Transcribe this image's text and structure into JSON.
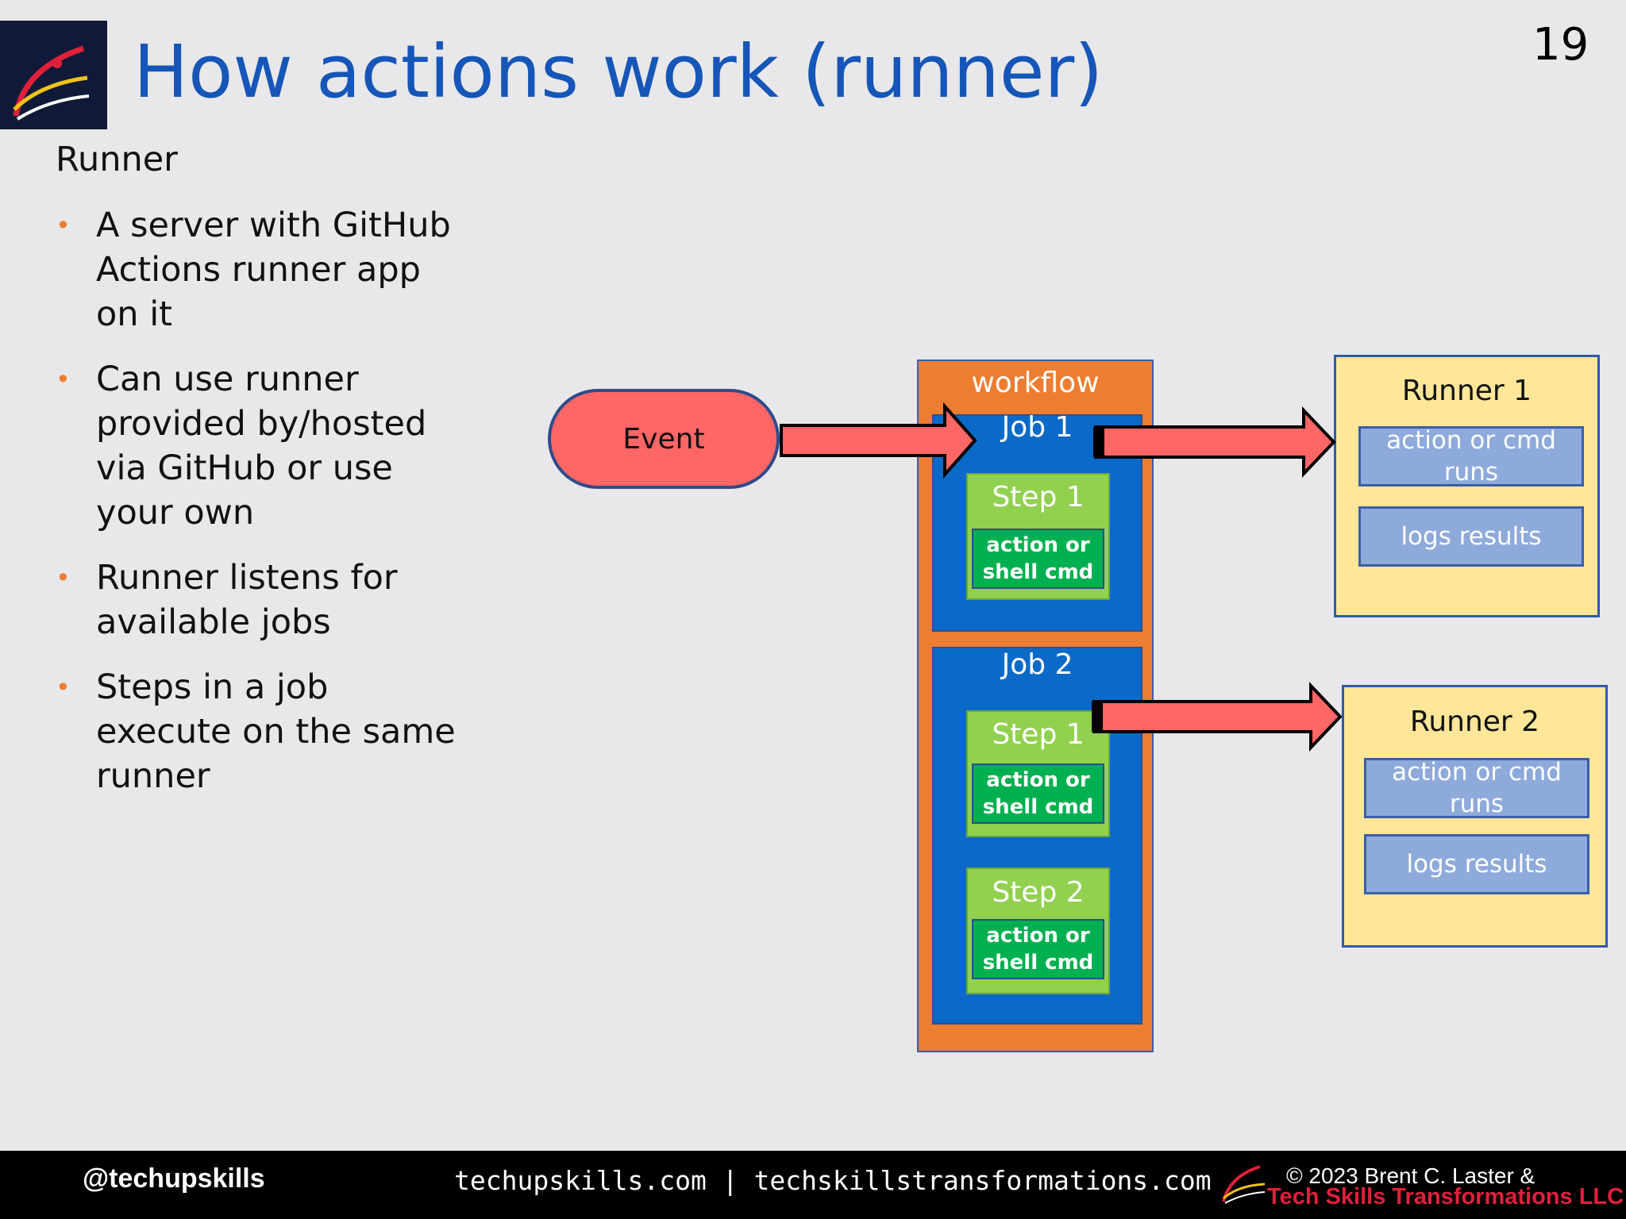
{
  "slide": {
    "title": "How actions work (runner)",
    "number": "19",
    "subtitle": "Runner",
    "bullets": [
      "A server with GitHub Actions runner app on it",
      "Can use runner provided by/hosted via GitHub or use your own",
      "Runner listens for available jobs",
      "Steps in a job execute on the same runner"
    ]
  },
  "diagram": {
    "event": "Event",
    "workflow": "workflow",
    "jobs": [
      {
        "label": "Job 1",
        "steps": [
          {
            "label": "Step 1",
            "cmd": "action or shell cmd"
          }
        ]
      },
      {
        "label": "Job 2",
        "steps": [
          {
            "label": "Step 1",
            "cmd": "action or shell cmd"
          },
          {
            "label": "Step 2",
            "cmd": "action or shell cmd"
          }
        ]
      }
    ],
    "runners": [
      {
        "label": "Runner 1",
        "box1": "action or cmd runs",
        "box2": "logs results"
      },
      {
        "label": "Runner 2",
        "box1": "action or cmd runs",
        "box2": "logs results"
      }
    ],
    "colors": {
      "title": "#1556b8",
      "bullet": "#ed7d31",
      "event_fill": "#ff6666",
      "workflow_fill": "#ed7d31",
      "job_fill": "#0b6ac8",
      "step_fill": "#92d050",
      "cmd_fill": "#00b050",
      "runner_fill": "#ffe699",
      "runner_box_fill": "#8eaadb",
      "arrow_fill": "#ff6666"
    }
  },
  "footer": {
    "handle": "@techupskills",
    "sites": "techupskills.com | techskillstransformations.com",
    "copyright_line1": "© 2023 Brent C. Laster &",
    "copyright_line2": "Tech Skills Transformations LLC"
  }
}
